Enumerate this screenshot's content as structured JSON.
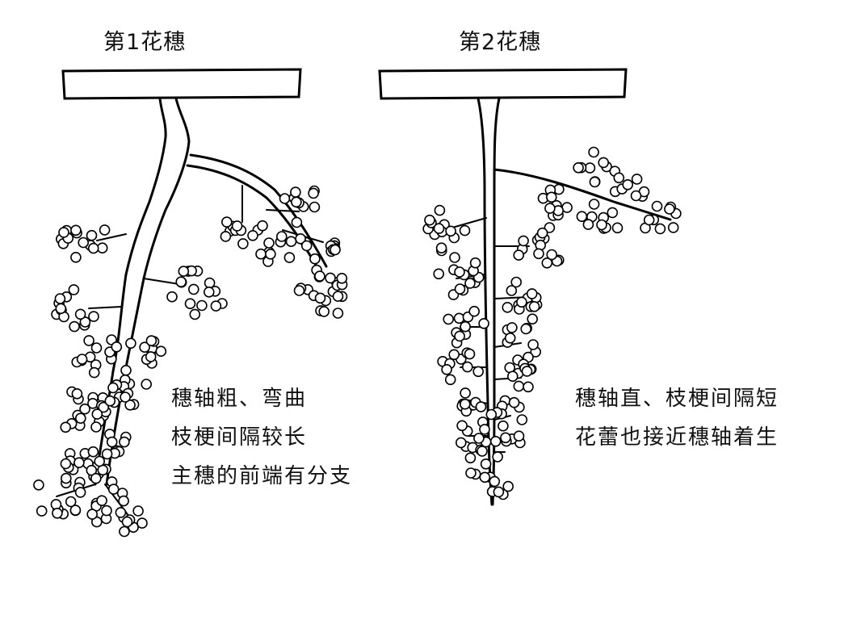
{
  "panels": [
    {
      "title": "第1花穗",
      "notes": [
        "穗轴粗、弯曲",
        "枝梗间隔较长",
        "主穗的前端有分支"
      ]
    },
    {
      "title": "第2花穗",
      "notes": [
        "穗轴直、枝梗间隔短",
        "花蕾也接近穗轴着生"
      ]
    }
  ]
}
